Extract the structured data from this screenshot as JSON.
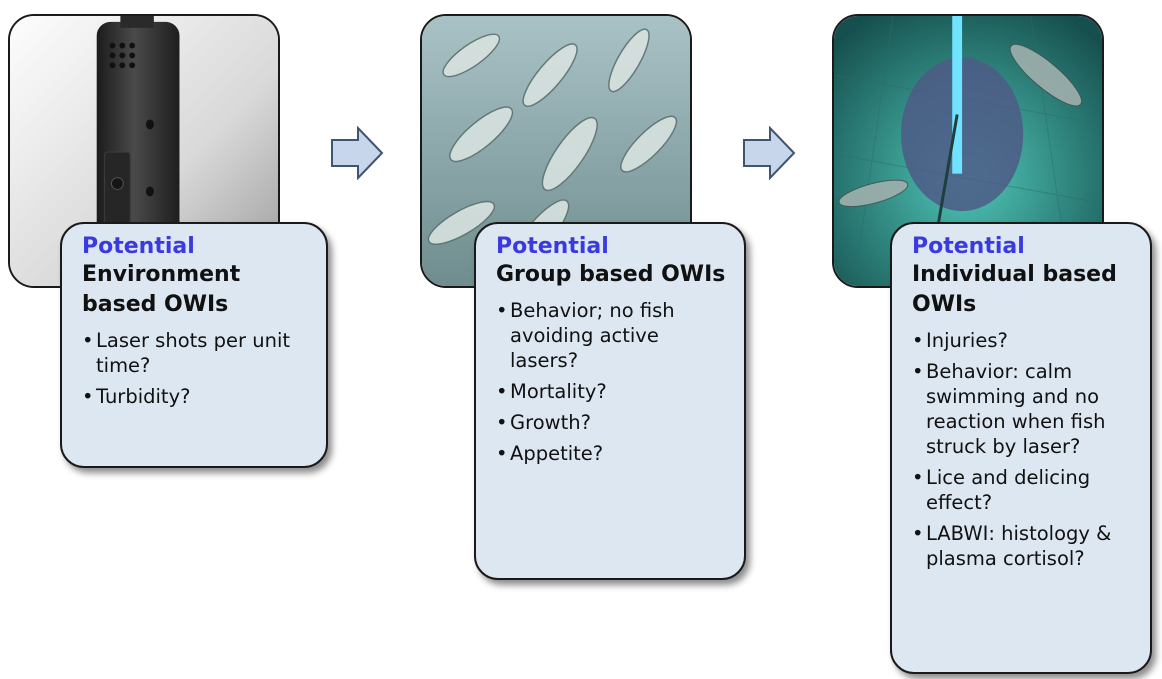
{
  "stages": [
    {
      "photo_subject": "laser-device",
      "kicker": "Potential",
      "heading": "Environment based OWIs",
      "items": [
        "Laser shots per unit time?",
        "Turbidity?"
      ]
    },
    {
      "photo_subject": "fish-school",
      "kicker": "Potential",
      "heading": "Group based OWIs",
      "items": [
        "Behavior; no fish avoiding active lasers?",
        "Mortality?",
        "Growth?",
        "Appetite?"
      ]
    },
    {
      "photo_subject": "fish-laser-underwater",
      "kicker": "Potential",
      "heading": "Individual based OWIs",
      "items": [
        "Injuries?",
        "Behavior: calm swimming and no reaction when fish struck by laser?",
        "Lice and delicing effect?",
        "LABWI: histology & plasma cortisol?"
      ]
    }
  ],
  "arrows": [
    "arrow-right-icon",
    "arrow-right-icon"
  ],
  "colors": {
    "kicker": "#3a3ae0",
    "card_fill": "#dde7f2",
    "arrow_fill": "#c7d6ea"
  }
}
